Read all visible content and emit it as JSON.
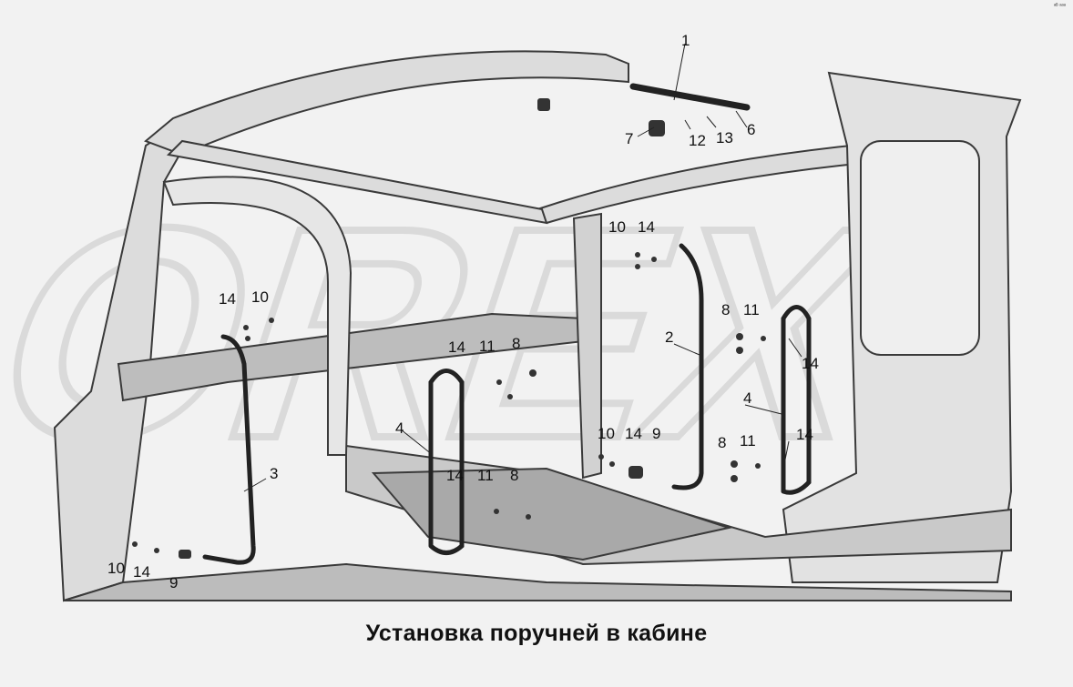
{
  "caption": "Установка поручней в кабине",
  "watermark": "OREX",
  "corner_mark": "ᵃᴮ ᵃᵃᵃ",
  "callouts": [
    "1",
    "6",
    "13",
    "12",
    "7",
    "10",
    "14",
    "14",
    "10",
    "2",
    "8",
    "11",
    "14",
    "4",
    "14",
    "11",
    "8",
    "4",
    "10",
    "14",
    "9",
    "8",
    "11",
    "14",
    "14",
    "11",
    "8",
    "3",
    "10",
    "14",
    "9"
  ]
}
